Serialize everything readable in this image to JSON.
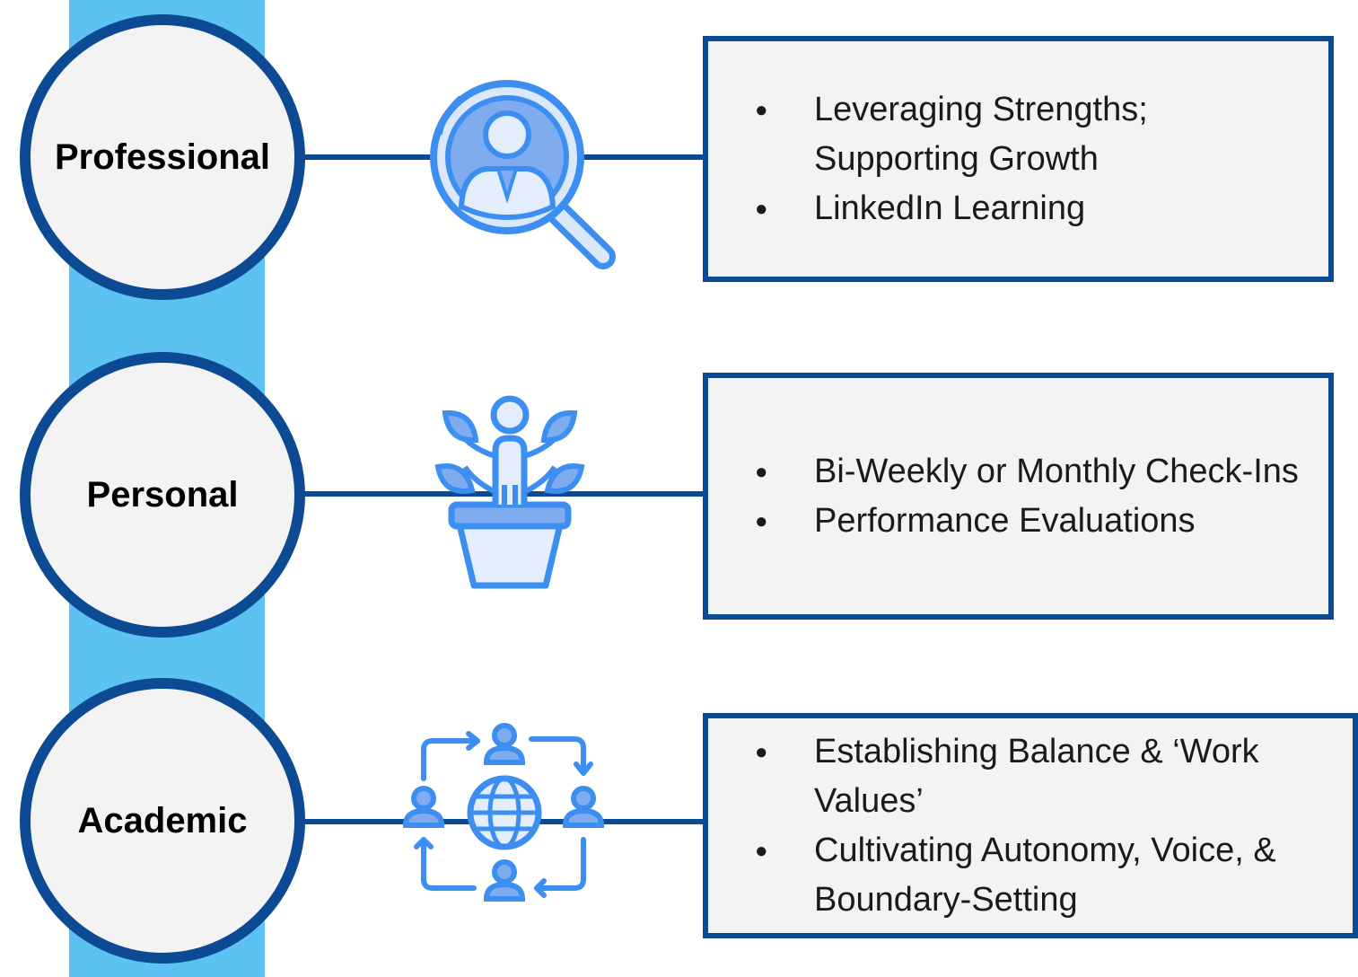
{
  "colors": {
    "backbone": "#5bc2f2",
    "navy": "#0d4a94",
    "panel": "#f3f3f3",
    "icon_fill": "#8ab4f8",
    "icon_stroke": "#3c8ef0"
  },
  "rows": [
    {
      "label": "Professional",
      "icon": "person-magnifier-icon",
      "bullets": [
        "Leveraging Strengths; Supporting Growth",
        "LinkedIn Learning"
      ]
    },
    {
      "label": "Personal",
      "icon": "person-growth-plant-icon",
      "bullets": [
        "Bi-Weekly or Monthly Check-Ins",
        "Performance Evaluations"
      ]
    },
    {
      "label": "Academic",
      "icon": "network-globe-people-icon",
      "bullets": [
        "Establishing Balance & ‘Work Values’",
        "Cultivating Autonomy, Voice, & Boundary-Setting"
      ]
    }
  ],
  "bullet_glyph": "●"
}
